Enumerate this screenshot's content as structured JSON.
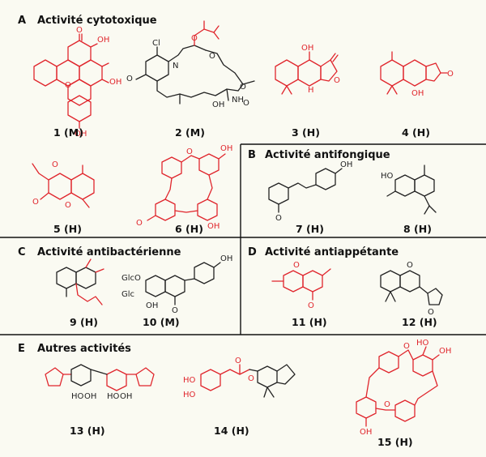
{
  "colors": {
    "background": "#fafaf2",
    "structure_red": "#e0252c",
    "structure_black": "#222222",
    "divider": "#111111"
  },
  "sections": [
    {
      "letter": "A",
      "title": "Activité cytotoxique"
    },
    {
      "letter": "B",
      "title": "Activité antifongique"
    },
    {
      "letter": "C",
      "title": "Activité antibactérienne"
    },
    {
      "letter": "D",
      "title": "Activité antiappétante"
    },
    {
      "letter": "E",
      "title": "Autres activités"
    }
  ],
  "compounds": [
    {
      "num": "1",
      "label": "1 (M)"
    },
    {
      "num": "2",
      "label": "2 (M)"
    },
    {
      "num": "3",
      "label": "3 (H)"
    },
    {
      "num": "4",
      "label": "4 (H)"
    },
    {
      "num": "5",
      "label": "5 (H)"
    },
    {
      "num": "6",
      "label": "6 (H)"
    },
    {
      "num": "7",
      "label": "7 (H)"
    },
    {
      "num": "8",
      "label": "8 (H)"
    },
    {
      "num": "9",
      "label": "9 (H)"
    },
    {
      "num": "10",
      "label": "10 (M)"
    },
    {
      "num": "11",
      "label": "11 (H)"
    },
    {
      "num": "12",
      "label": "12 (H)"
    },
    {
      "num": "13",
      "label": "13 (H)"
    },
    {
      "num": "14",
      "label": "14 (H)"
    },
    {
      "num": "15",
      "label": "15 (H)"
    }
  ],
  "atoms": {
    "o": "O",
    "oh": "OH",
    "ho": "HO",
    "cl": "Cl",
    "n": "N",
    "nh": "NH",
    "h": "H",
    "oh_short": "OH",
    "glco": "GlcO",
    "glc": "Glc"
  }
}
